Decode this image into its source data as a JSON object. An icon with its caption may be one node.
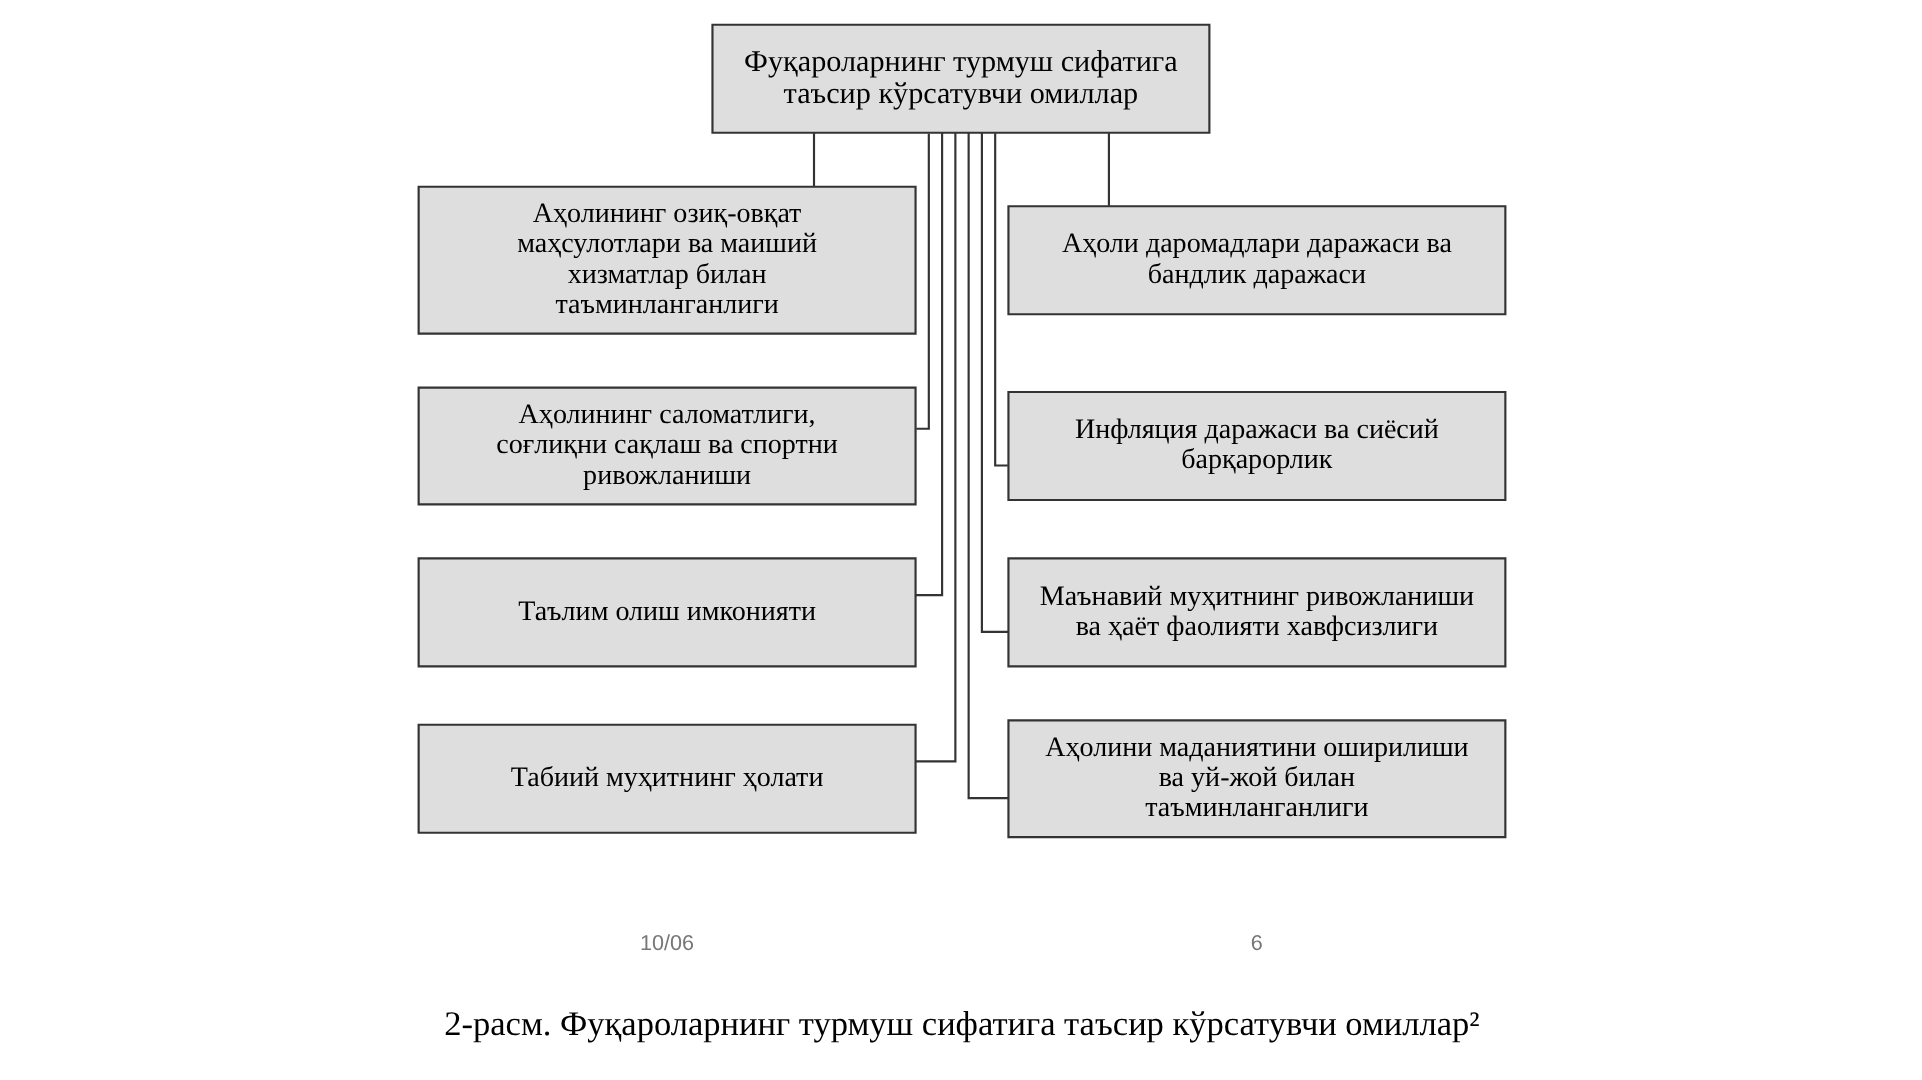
{
  "diagram": {
    "caption": "2-расм. Фуқароларнинг турмуш сифатига таъсир кўрсатувчи омиллар²",
    "nodes": [
      {
        "text": [
          "Фуқароларнинг турмуш сифатига таъсир кўрсатувчи омиллар"
        ]
      },
      {
        "text": [
          "Аҳолининг озиқ-овқат маҳсулотлари ва маиший хизматлар билан таъминланганлиги"
        ]
      },
      {
        "text": [
          "Аҳоли даромадлари даражаси ва бандлик даражаси"
        ]
      },
      {
        "text": [
          "Инфляция даражаси ва сиёсий барқарорлик"
        ]
      },
      {
        "text": [
          "Аҳолининг саломатлиги, соғлиқни сақлаш ва спортни ривожланиши"
        ]
      },
      {
        "text": [
          "Маънавий муҳитнинг ривожланиши ва ҳаёт фаолияти хавфсизлиги"
        ]
      },
      {
        "text": [
          "Таълим олиш имконияти"
        ]
      },
      {
        "text": [
          "Табиий муҳитнинг ҳолати"
        ]
      },
      {
        "text": [
          "Аҳолини маданиятини оширилиши ва уй-жой билан таъминланганлиги"
        ]
      }
    ],
    "edges": [
      {
        "from": 0,
        "to": 1,
        "arrow": "none"
      },
      {
        "from": 0,
        "to": 2,
        "arrow": "none"
      },
      {
        "from": 0,
        "to": 3,
        "arrow": "none"
      },
      {
        "from": 0,
        "to": 4,
        "arrow": "none"
      },
      {
        "from": 0,
        "to": 5,
        "arrow": "none"
      },
      {
        "from": 0,
        "to": 6,
        "arrow": "none"
      },
      {
        "from": 0,
        "to": 7,
        "arrow": "none"
      },
      {
        "from": 0,
        "to": 8,
        "arrow": "none"
      }
    ],
    "labels": [
      "10/06",
      "6"
    ]
  }
}
